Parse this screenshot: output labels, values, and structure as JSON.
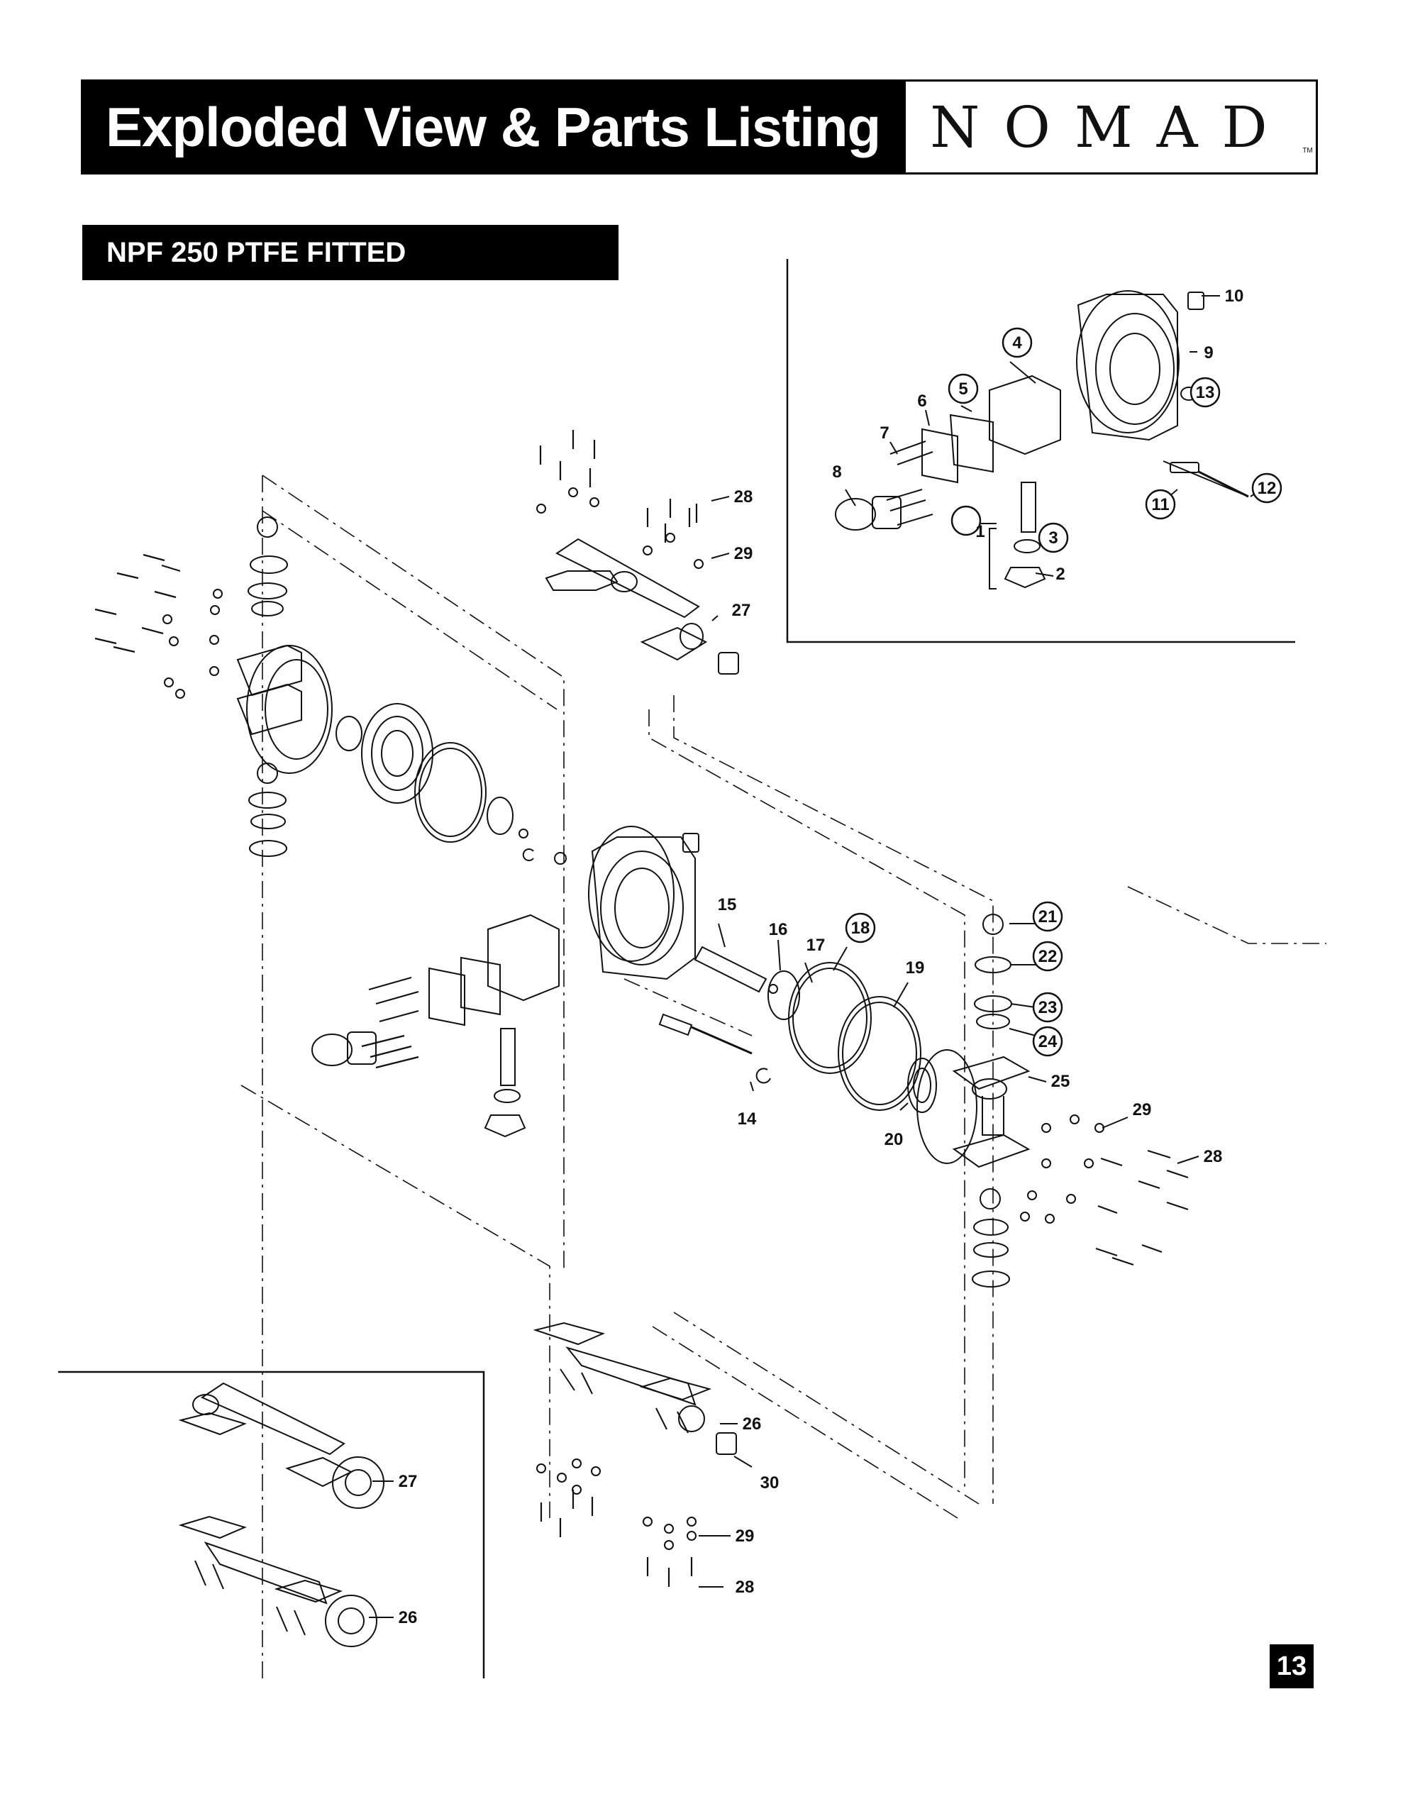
{
  "header": {
    "title": "Exploded View & Parts Listing",
    "logo": "NOMAD",
    "logo_tm": "TM"
  },
  "section": {
    "label": "NPF 250 PTFE FITTED"
  },
  "page_number": "13",
  "callouts": [
    {
      "id": "c1",
      "text": "1"
    },
    {
      "id": "c2",
      "text": "2"
    },
    {
      "id": "c3",
      "text": "3"
    },
    {
      "id": "c4",
      "text": "4"
    },
    {
      "id": "c5",
      "text": "5"
    },
    {
      "id": "c6",
      "text": "6"
    },
    {
      "id": "c7",
      "text": "7"
    },
    {
      "id": "c8",
      "text": "8"
    },
    {
      "id": "c9",
      "text": "9"
    },
    {
      "id": "c10",
      "text": "10"
    },
    {
      "id": "c11",
      "text": "11"
    },
    {
      "id": "c12",
      "text": "12"
    },
    {
      "id": "c13",
      "text": "13"
    },
    {
      "id": "c14",
      "text": "14"
    },
    {
      "id": "c15",
      "text": "15"
    },
    {
      "id": "c16",
      "text": "16"
    },
    {
      "id": "c17",
      "text": "17"
    },
    {
      "id": "c18",
      "text": "18"
    },
    {
      "id": "c19",
      "text": "19"
    },
    {
      "id": "c20",
      "text": "20"
    },
    {
      "id": "c21",
      "text": "21"
    },
    {
      "id": "c22",
      "text": "22"
    },
    {
      "id": "c23",
      "text": "23"
    },
    {
      "id": "c24",
      "text": "24"
    },
    {
      "id": "c25",
      "text": "25"
    },
    {
      "id": "c26",
      "text": "26"
    },
    {
      "id": "c27",
      "text": "27"
    },
    {
      "id": "c28",
      "text": "28"
    },
    {
      "id": "c29",
      "text": "29"
    },
    {
      "id": "c30",
      "text": "30"
    },
    {
      "id": "c28b",
      "text": "28"
    },
    {
      "id": "c29b",
      "text": "29"
    },
    {
      "id": "c27b",
      "text": "27"
    },
    {
      "id": "c26b",
      "text": "26"
    },
    {
      "id": "c28c",
      "text": "28"
    },
    {
      "id": "c29c",
      "text": "29"
    }
  ]
}
